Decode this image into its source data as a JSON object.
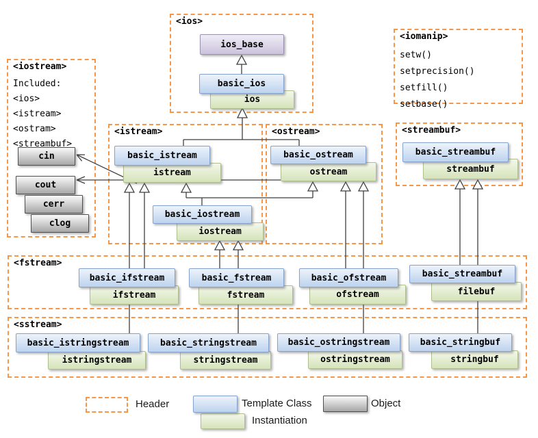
{
  "headers": {
    "ios": {
      "title": "<ios>"
    },
    "iomanip": {
      "title": "<iomanip>",
      "items": [
        "setw()",
        "setprecision()",
        "setfill()",
        "setbase()"
      ]
    },
    "iostream_inc": {
      "title": "<iostream>",
      "lines": [
        "Included:",
        "<ios>",
        "<istream>",
        "<ostram>",
        "<streambuf>"
      ]
    },
    "istream": {
      "title": "<istream>"
    },
    "ostream": {
      "title": "<ostream>"
    },
    "streambuf": {
      "title": "<streambuf>"
    },
    "fstream": {
      "title": "<fstream>"
    },
    "sstream": {
      "title": "<sstream>"
    }
  },
  "classes": {
    "ios_base": {
      "label": "ios_base"
    },
    "ios": {
      "template": "basic_ios",
      "instance": "ios"
    },
    "istream": {
      "template": "basic_istream",
      "instance": "istream"
    },
    "iostream": {
      "template": "basic_iostream",
      "instance": "iostream"
    },
    "ostream": {
      "template": "basic_ostream",
      "instance": "ostream"
    },
    "streambuf": {
      "template": "basic_streambuf",
      "instance": "streambuf"
    },
    "ifstream": {
      "template": "basic_ifstream",
      "instance": "ifstream"
    },
    "fstream": {
      "template": "basic_fstream",
      "instance": "fstream"
    },
    "ofstream": {
      "template": "basic_ofstream",
      "instance": "ofstream"
    },
    "filebuf": {
      "template": "basic_streambuf",
      "instance": "filebuf"
    },
    "istringstream": {
      "template": "basic_istringstream",
      "instance": "istringstream"
    },
    "stringstream": {
      "template": "basic_stringstream",
      "instance": "stringstream"
    },
    "ostringstream": {
      "template": "basic_ostringstream",
      "instance": "ostringstream"
    },
    "stringbuf": {
      "template": "basic_stringbuf",
      "instance": "stringbuf"
    }
  },
  "objects": {
    "cin": "cin",
    "cout": "cout",
    "cerr": "cerr",
    "clog": "clog"
  },
  "legend": {
    "header": "Header",
    "template_class": "Template Class",
    "instantiation": "Instantiation",
    "object": "Object"
  },
  "colors": {
    "header_dash": "#F79646",
    "template_fill": "#C3D6EF",
    "template_border": "#85A3CC",
    "instance_fill": "#D6E4BB",
    "instance_border": "#AFBF8F",
    "base_fill": "#CCC4DC",
    "object_fill": "#C0C0C0",
    "line": "#3F3F3F"
  }
}
